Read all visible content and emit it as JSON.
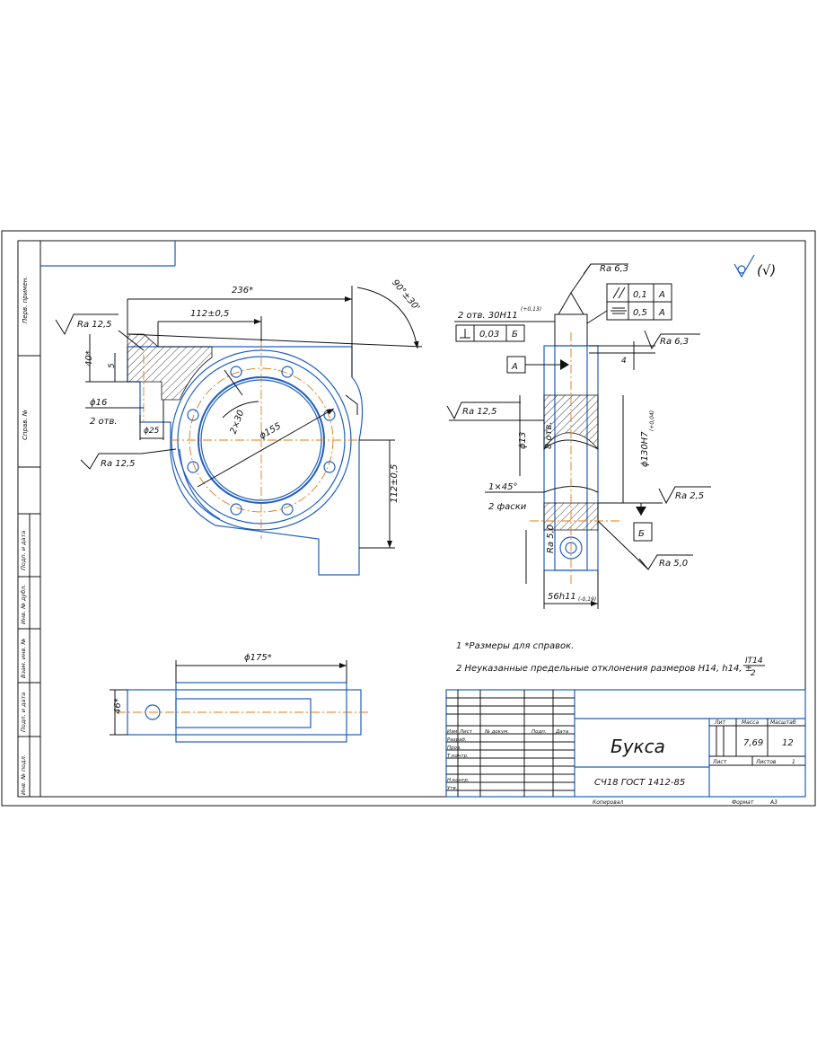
{
  "title_block": {
    "part_name": "Букса",
    "material": "СЧ18  ГОСТ 1412-85",
    "mass_header": "Масса",
    "mass_value": "7,69",
    "scale_header": "Масштаб",
    "scale_value": "12",
    "lit_header": "Лит",
    "sheet_label": "Лист",
    "sheets_label": "Листов",
    "sheets_value": "1",
    "col_izm": "Изм",
    "col_list": "Лист",
    "col_doc": "№ докум.",
    "col_sign": "Подп.",
    "col_date": "Дата",
    "row_razrab": "Разраб.",
    "row_prov": "Пров.",
    "row_tkontr": "Т.контр.",
    "row_nkontr": "Н.контр.",
    "row_utv": "Утв.",
    "copied": "Копировал",
    "format_label": "Формат",
    "format_value": "А3"
  },
  "side_stamps": [
    "Перв. примен.",
    "Справ. №",
    "Подп. и дата",
    "Инв. № дубл.",
    "Взам. инв. №",
    "Подп. и дата",
    "Инв. № подл."
  ],
  "notes": {
    "note1": "1  *Размеры для справок.",
    "note2": "2  Неуказанные предельные отклонения размеров H14, h14, ±",
    "it_num": "IT14",
    "it_den": "2"
  },
  "roughness_general": "(√)",
  "front_view": {
    "dim_236": "236*",
    "dim_112": "112±0,5",
    "dim_angle": "90°±30'",
    "dim_40": "40*",
    "dim_5": "5",
    "dim_phi16": "ϕ16",
    "holes_2": "2 отв.",
    "dim_phi25": "ϕ25",
    "ra_top": "Ra 12,5",
    "ra_bottom": "Ra 12,5",
    "dim_2x30": "2×30",
    "dim_phi155": "ϕ155",
    "dim_112v": "112±0,5"
  },
  "section_view": {
    "ra_63_top": "Ra 6,3",
    "tol_parallel": "0,1",
    "tol_symm": "0,5",
    "datum_a": "А",
    "datum_b": "Б",
    "holes_30": "2 отв. 30H11",
    "holes_30_tol": "(+0,13)",
    "tol_perp": "0,03",
    "ra_63_right": "Ra 6,3",
    "dim_4": "4",
    "ra_125": "Ra 12,5",
    "dim_phi13": "ϕ13",
    "holes_8": "8 отв.",
    "dim_phi130": "ϕ130H7",
    "dim_phi130_tol": "(+0,04)",
    "chamfer": "1×45°",
    "chamfer_2": "2 фаски",
    "ra_25": "Ra 2,5",
    "ra_50_left": "Ra 5,0",
    "ra_50_right": "Ra 5,0",
    "dim_56": "56h11",
    "dim_56_tol": "(-0,19)"
  },
  "top_view": {
    "dim_phi175": "ϕ175*",
    "dim_46": "46*"
  }
}
